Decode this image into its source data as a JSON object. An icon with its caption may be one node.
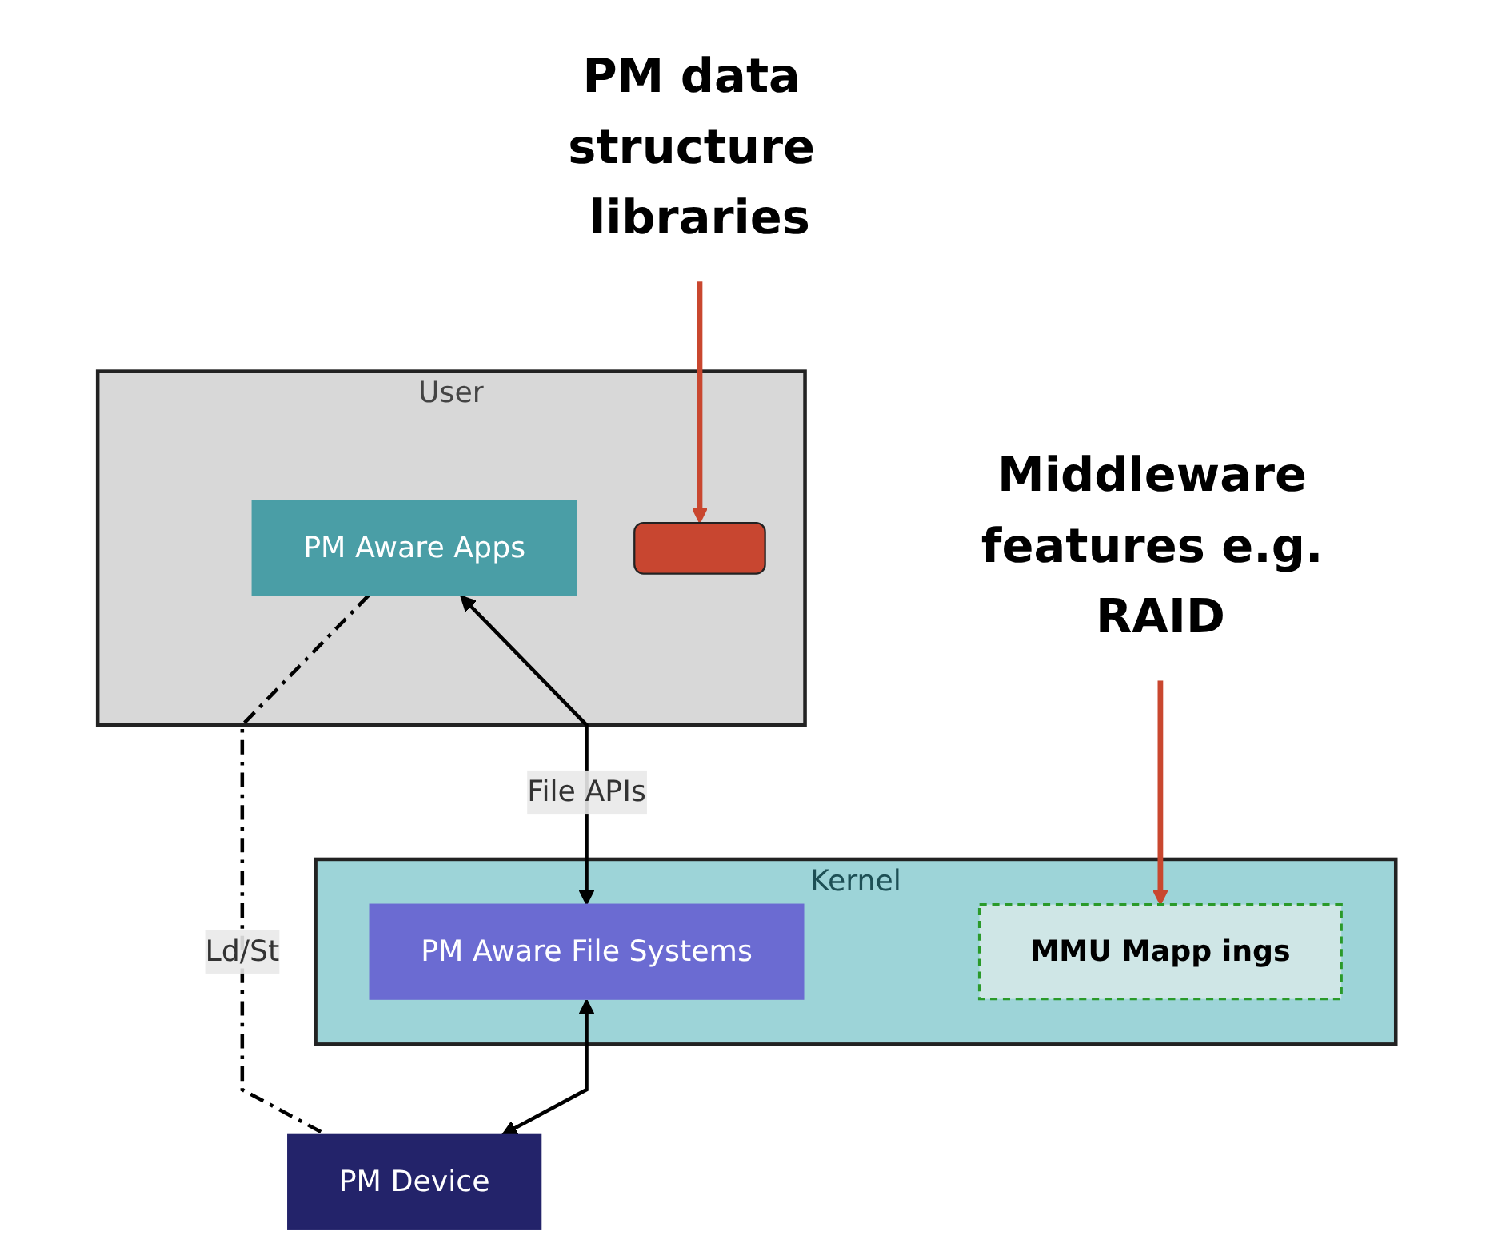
{
  "diagram": {
    "nodes": [
      {
        "text": [
          "User"
        ]
      },
      {
        "text": [
          "PM Aware Apps"
        ],
        "in": 0
      },
      {
        "text": [],
        "shape": "bar",
        "in": 0
      },
      {
        "text": [
          "Kernel"
        ]
      },
      {
        "text": [
          "PM Aware File Systems"
        ],
        "in": 3
      },
      {
        "text": [
          "MMU Mapp ings"
        ],
        "in": 3
      },
      {
        "text": [
          "PM Device"
        ]
      },
      {
        "text": [
          "PM data structure libraries"
        ]
      },
      {
        "text": [
          "Middleware features e.g. RAID"
        ]
      }
    ],
    "edges": [
      {
        "from": 1,
        "to": 4,
        "arrow": "both",
        "label": "File APIs"
      },
      {
        "from": 4,
        "to": 6,
        "arrow": "both"
      },
      {
        "from": 1,
        "to": 6,
        "arrow": "none",
        "style": "dashed",
        "label": "Ld/St"
      },
      {
        "from": 7,
        "to": 2,
        "arrow": "to",
        "color": "#c9472f"
      },
      {
        "from": 8,
        "to": 5,
        "arrow": "to",
        "color": "#c9472f"
      }
    ]
  }
}
